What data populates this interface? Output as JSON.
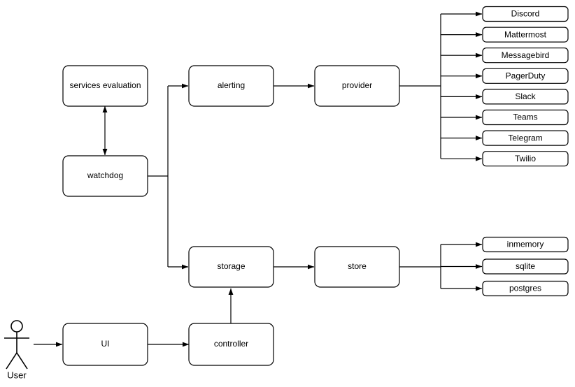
{
  "diagram": {
    "title": "system architecture flow",
    "background_color": "#ffffff",
    "stroke_color": "#000000",
    "node_fill": "#ffffff",
    "actor": {
      "label": "User",
      "name": "user-actor"
    },
    "nodes": {
      "services_evaluation": {
        "label": "services evaluation"
      },
      "watchdog": {
        "label": "watchdog"
      },
      "alerting": {
        "label": "alerting"
      },
      "provider": {
        "label": "provider"
      },
      "storage": {
        "label": "storage"
      },
      "store": {
        "label": "store"
      },
      "ui": {
        "label": "UI"
      },
      "controller": {
        "label": "controller"
      }
    },
    "provider_targets": [
      {
        "label": "Discord"
      },
      {
        "label": "Mattermost"
      },
      {
        "label": "Messagebird"
      },
      {
        "label": "PagerDuty"
      },
      {
        "label": "Slack"
      },
      {
        "label": "Teams"
      },
      {
        "label": "Telegram"
      },
      {
        "label": "Twilio"
      }
    ],
    "store_targets": [
      {
        "label": "inmemory"
      },
      {
        "label": "sqlite"
      },
      {
        "label": "postgres"
      }
    ],
    "edges": [
      {
        "from": "User",
        "to": "UI",
        "style": "arrow"
      },
      {
        "from": "UI",
        "to": "controller",
        "style": "arrow"
      },
      {
        "from": "controller",
        "to": "storage",
        "style": "arrow"
      },
      {
        "from": "services evaluation",
        "to": "watchdog",
        "style": "double-arrow"
      },
      {
        "from": "watchdog",
        "to": "alerting",
        "style": "arrow"
      },
      {
        "from": "watchdog",
        "to": "storage",
        "style": "arrow"
      },
      {
        "from": "alerting",
        "to": "provider",
        "style": "arrow"
      },
      {
        "from": "provider",
        "to": "Discord",
        "style": "arrow"
      },
      {
        "from": "provider",
        "to": "Mattermost",
        "style": "arrow"
      },
      {
        "from": "provider",
        "to": "Messagebird",
        "style": "arrow"
      },
      {
        "from": "provider",
        "to": "PagerDuty",
        "style": "arrow"
      },
      {
        "from": "provider",
        "to": "Slack",
        "style": "arrow"
      },
      {
        "from": "provider",
        "to": "Teams",
        "style": "arrow"
      },
      {
        "from": "provider",
        "to": "Telegram",
        "style": "arrow"
      },
      {
        "from": "provider",
        "to": "Twilio",
        "style": "arrow"
      },
      {
        "from": "store",
        "to": "inmemory",
        "style": "arrow"
      },
      {
        "from": "store",
        "to": "sqlite",
        "style": "arrow"
      },
      {
        "from": "store",
        "to": "postgres",
        "style": "arrow"
      }
    ]
  }
}
